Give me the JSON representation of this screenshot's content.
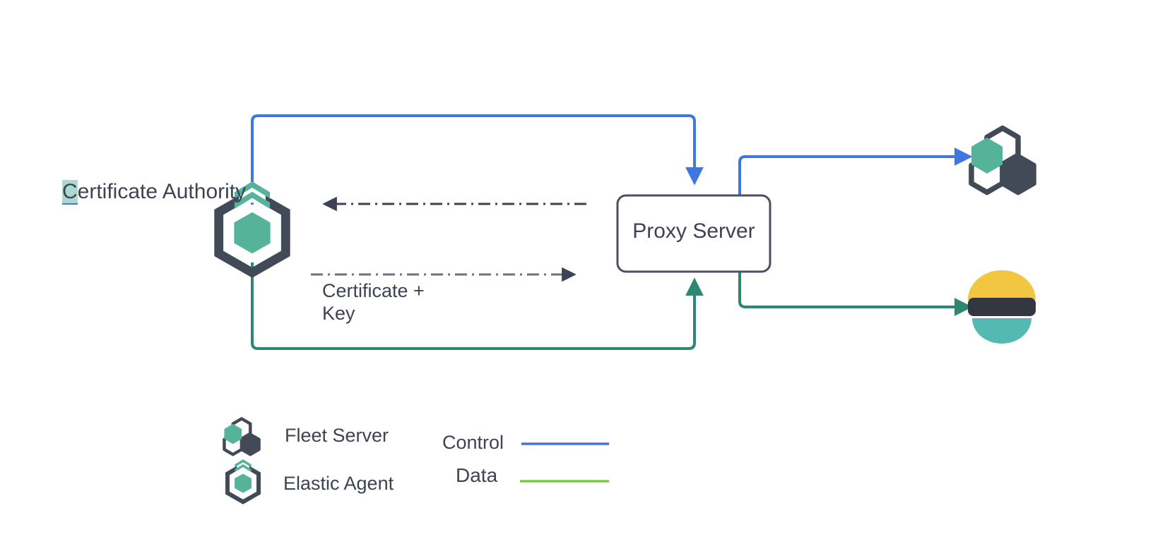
{
  "diagram": {
    "title": "Elastic Agent proxy server certificate flow",
    "nodes": {
      "certificate_authority": {
        "label": "Certificate Authority",
        "selected_char": "C",
        "rest": "ertificate Authority",
        "icon": "elastic-agent-icon"
      },
      "proxy_server": {
        "label": "Proxy Server"
      },
      "fleet_server": {
        "label": "",
        "icon": "fleet-server-icon"
      },
      "elasticsearch": {
        "label": "",
        "icon": "elasticsearch-icon"
      }
    },
    "edges": {
      "cert_response": {
        "label": "",
        "style": "dash-dot",
        "direction": "left"
      },
      "cert_request": {
        "label": "Certificate +\nKey",
        "label_line1": "Certificate +",
        "label_line2": "Key",
        "style": "dash-dot",
        "direction": "right"
      }
    }
  },
  "legend": {
    "items": [
      {
        "label": "Fleet Server",
        "icon": "fleet-server-icon"
      },
      {
        "label": "Elastic Agent",
        "icon": "elastic-agent-icon"
      }
    ],
    "lines": [
      {
        "label": "Control",
        "color": "#3f77e0"
      },
      {
        "label": "Data",
        "color": "#7ac943"
      }
    ]
  },
  "colors": {
    "control_blue": "#3f77e0",
    "data_green_legend": "#7ac943",
    "data_green_edge": "#2e8871",
    "teal": "#54b399",
    "dark_slate": "#434a57",
    "text": "#3d4352",
    "elastic_yellow": "#f3c642",
    "elastic_dark": "#343741",
    "elastic_teal": "#54b9b0",
    "background": "#ffffff",
    "selection_highlight": "#a9d9d1"
  }
}
